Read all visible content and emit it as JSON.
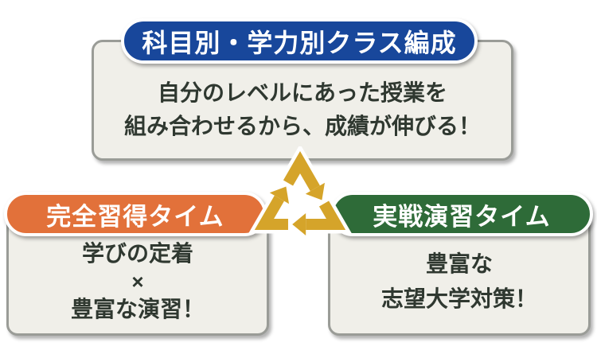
{
  "diagram": {
    "top_box": {
      "title": "科目別・学力別クラス編成",
      "title_bg": "#18479b",
      "body_lines": [
        "自分のレベルにあった授業を",
        "組み合わせるから、成績が伸びる！"
      ]
    },
    "left_box": {
      "title": "完全習得タイム",
      "title_bg": "#e2713a",
      "body_lines": [
        "学びの定着",
        "×",
        "豊富な演習！"
      ]
    },
    "right_box": {
      "title": "実戦演習タイム",
      "title_bg": "#2e6b38",
      "body_lines": [
        "豊富な",
        "志望大学対策！"
      ]
    },
    "cycle_icon": {
      "name": "cycle-arrows-icon",
      "color": "#d5a42a",
      "outline_color": "#ffffff"
    },
    "colors": {
      "page_bg": "#ffffff",
      "panel_bg": "#f0efe9",
      "panel_border": "#9a9c97",
      "body_text": "#2f3830",
      "pill_text": "#ffffff"
    }
  }
}
